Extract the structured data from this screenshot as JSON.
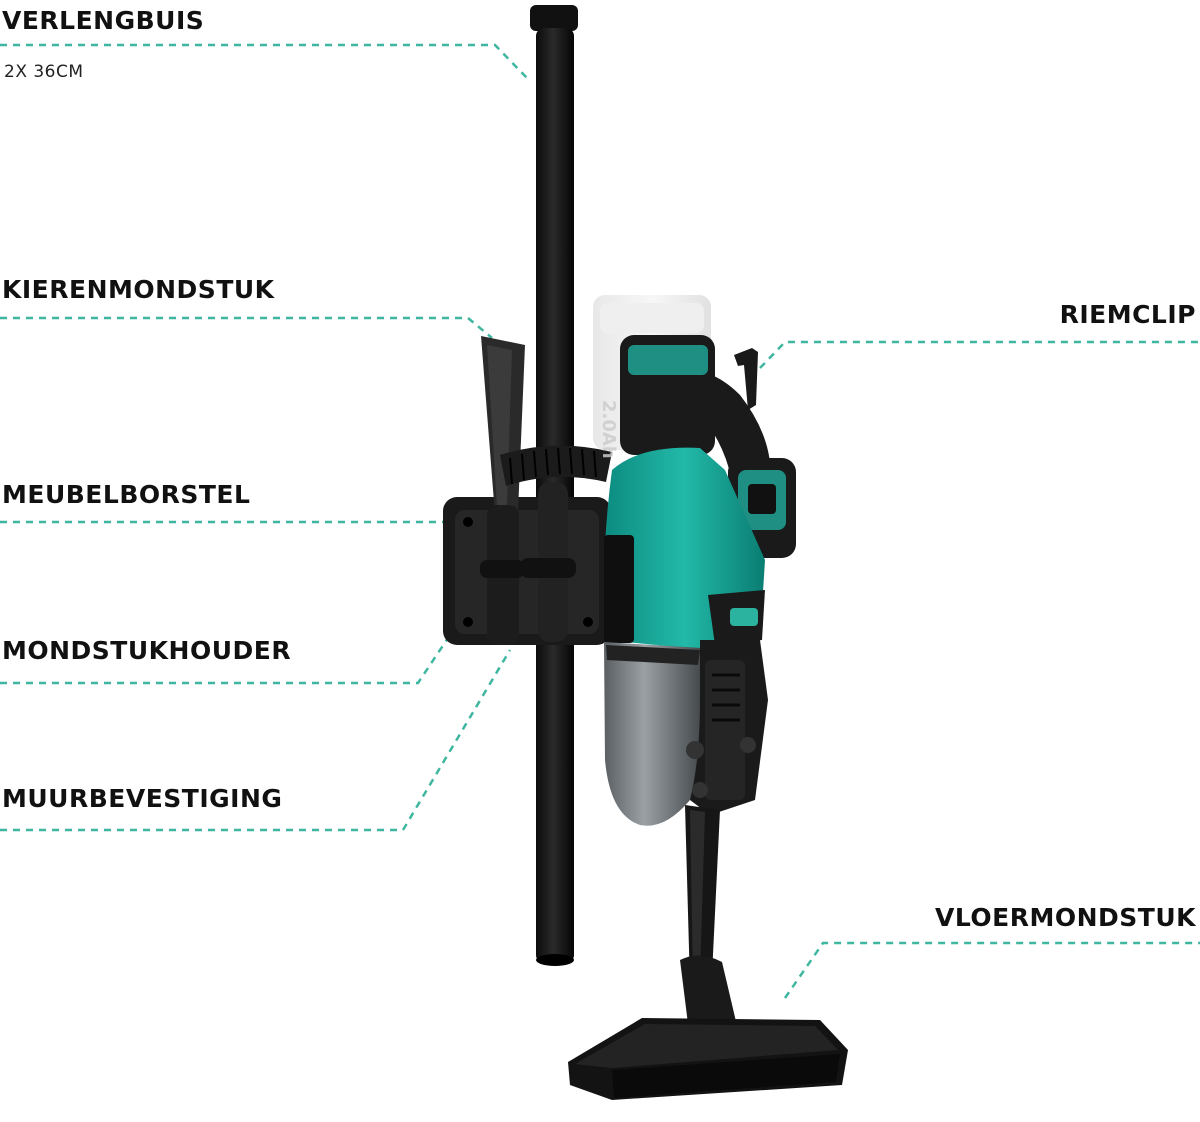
{
  "labels": {
    "verlengbuis": "VERLENGBUIS",
    "verlengbuis_sub": "2X 36CM",
    "kierenmondstuk": "KIERENMONDSTUK",
    "meubelborstel": "MEUBELBORSTEL",
    "mondstukhouder": "MONDSTUKHOUDER",
    "muurbevestiging": "MUURBEVESTIGING",
    "riemclip": "RIEMCLIP",
    "vloermondstuk": "VLOERMONDSTUK"
  },
  "colors": {
    "accent": "#2bb3a0",
    "teal_body": "#15a89a",
    "black": "#111111"
  },
  "icons": {
    "product": "cordless-vacuum-illustration"
  }
}
